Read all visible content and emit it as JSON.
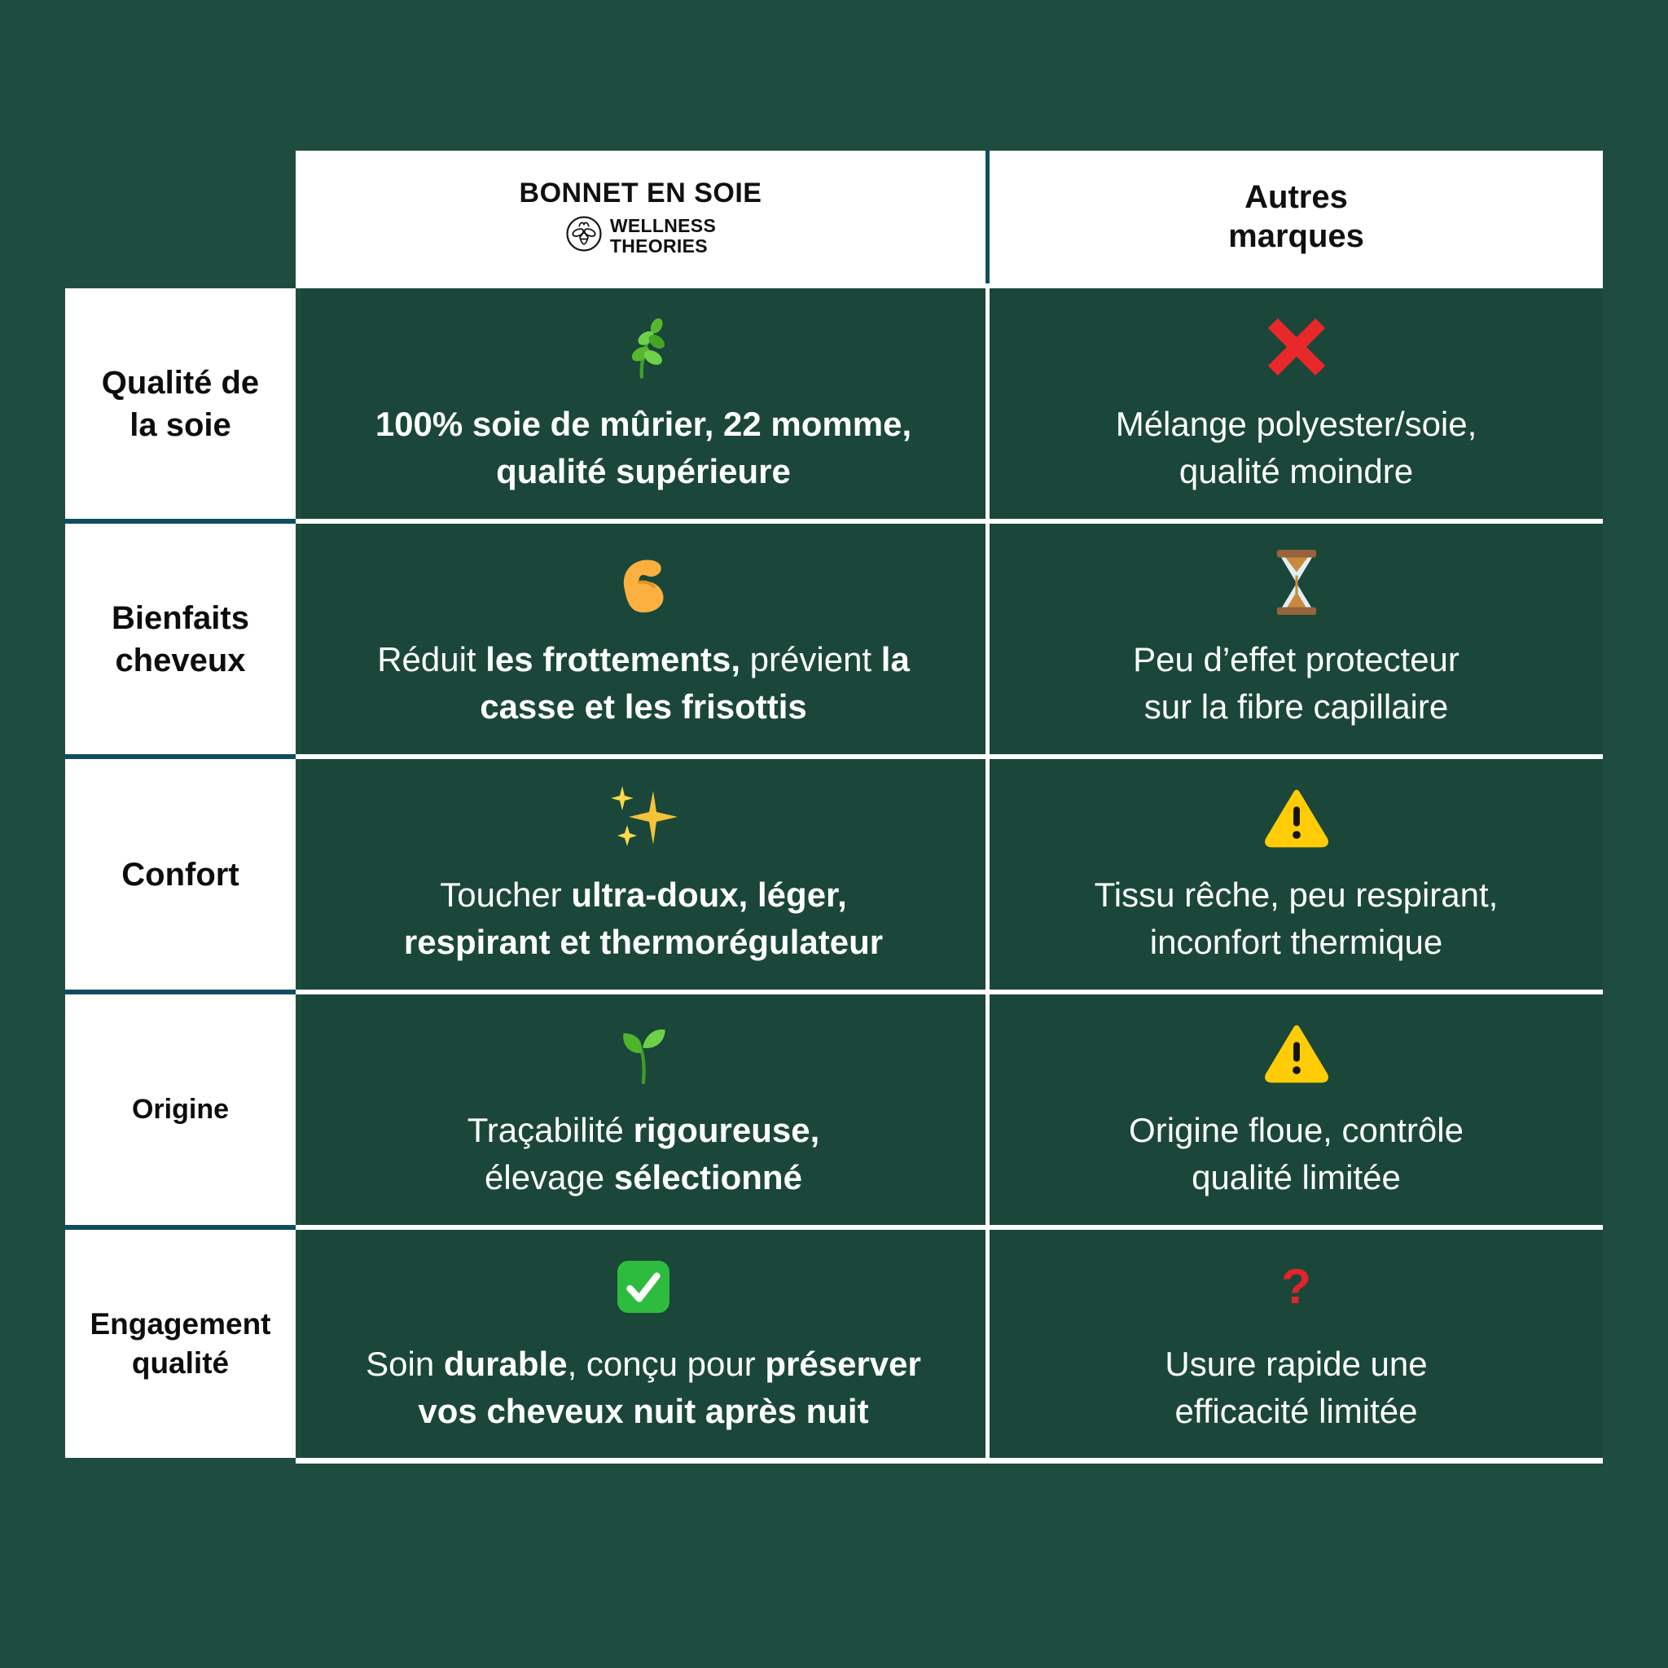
{
  "colors": {
    "page_bg": "#1e4d40",
    "cell_bg": "#1a4739",
    "label_divider_teal": "#0f4d60",
    "table_border_white": "#ffffff",
    "cross_red": "#e8282b",
    "question_red": "#e3242b",
    "warning_yellow": "#ffcc05",
    "check_green": "#2ebc3f",
    "text_dark": "#0d0d0d",
    "text_light": "#ffffff"
  },
  "header": {
    "product_title": "BONNET EN SOIE",
    "brand_logo_icon": "bee-circle-logo",
    "brand_line1": "WELLNESS",
    "brand_line2": "THEORIES",
    "competitor_line1": "Autres",
    "competitor_line2": "marques"
  },
  "rows": [
    {
      "label_lines": [
        "Qualité de",
        "la soie"
      ],
      "product": {
        "icon": "herb-icon",
        "lines": [
          [
            {
              "t": "100% soie de mûrier, 22 momme,",
              "b": true
            }
          ],
          [
            {
              "t": "qualité supérieure",
              "b": true
            }
          ]
        ]
      },
      "others": {
        "icon": "cross-icon",
        "lines": [
          [
            {
              "t": "Mélange polyester/soie,",
              "b": false
            }
          ],
          [
            {
              "t": "qualité moindre",
              "b": false
            }
          ]
        ]
      }
    },
    {
      "label_lines": [
        "Bienfaits",
        "cheveux"
      ],
      "product": {
        "icon": "biceps-icon",
        "lines": [
          [
            {
              "t": "Réduit ",
              "b": false
            },
            {
              "t": "les frottements,",
              "b": true
            },
            {
              "t": " prévient ",
              "b": false
            },
            {
              "t": "la",
              "b": true
            }
          ],
          [
            {
              "t": "casse et les frisottis",
              "b": true
            }
          ]
        ]
      },
      "others": {
        "icon": "hourglass-icon",
        "lines": [
          [
            {
              "t": "Peu d’effet protecteur",
              "b": false
            }
          ],
          [
            {
              "t": "sur la fibre capillaire",
              "b": false
            }
          ]
        ]
      }
    },
    {
      "label_lines": [
        "Confort"
      ],
      "product": {
        "icon": "sparkles-icon",
        "lines": [
          [
            {
              "t": "Toucher ",
              "b": false
            },
            {
              "t": "ultra-doux, léger,",
              "b": true
            }
          ],
          [
            {
              "t": "respirant et thermorégulateur",
              "b": true
            }
          ]
        ]
      },
      "others": {
        "icon": "warning-icon",
        "lines": [
          [
            {
              "t": "Tissu rêche, peu respirant,",
              "b": false
            }
          ],
          [
            {
              "t": "inconfort thermique",
              "b": false
            }
          ]
        ]
      }
    },
    {
      "label_lines": [
        "Origine"
      ],
      "product": {
        "icon": "seedling-icon",
        "lines": [
          [
            {
              "t": "Traçabilité ",
              "b": false
            },
            {
              "t": "rigoureuse,",
              "b": true
            }
          ],
          [
            {
              "t": "élevage ",
              "b": false
            },
            {
              "t": "sélectionné",
              "b": true
            }
          ]
        ]
      },
      "others": {
        "icon": "warning-icon",
        "lines": [
          [
            {
              "t": "Origine floue, contrôle",
              "b": false
            }
          ],
          [
            {
              "t": "qualité limitée",
              "b": false
            }
          ]
        ]
      }
    },
    {
      "label_lines": [
        "Engagement",
        "qualité"
      ],
      "product": {
        "icon": "check-icon",
        "lines": [
          [
            {
              "t": "Soin ",
              "b": false
            },
            {
              "t": "durable",
              "b": true
            },
            {
              "t": ", conçu pour ",
              "b": false
            },
            {
              "t": "préserver",
              "b": true
            }
          ],
          [
            {
              "t": "vos cheveux nuit après nuit",
              "b": true
            }
          ]
        ]
      },
      "others": {
        "icon": "question-icon",
        "question_glyph": "?",
        "lines": [
          [
            {
              "t": "Usure rapide une",
              "b": false
            }
          ],
          [
            {
              "t": "efficacité limitée",
              "b": false
            }
          ]
        ]
      }
    }
  ]
}
